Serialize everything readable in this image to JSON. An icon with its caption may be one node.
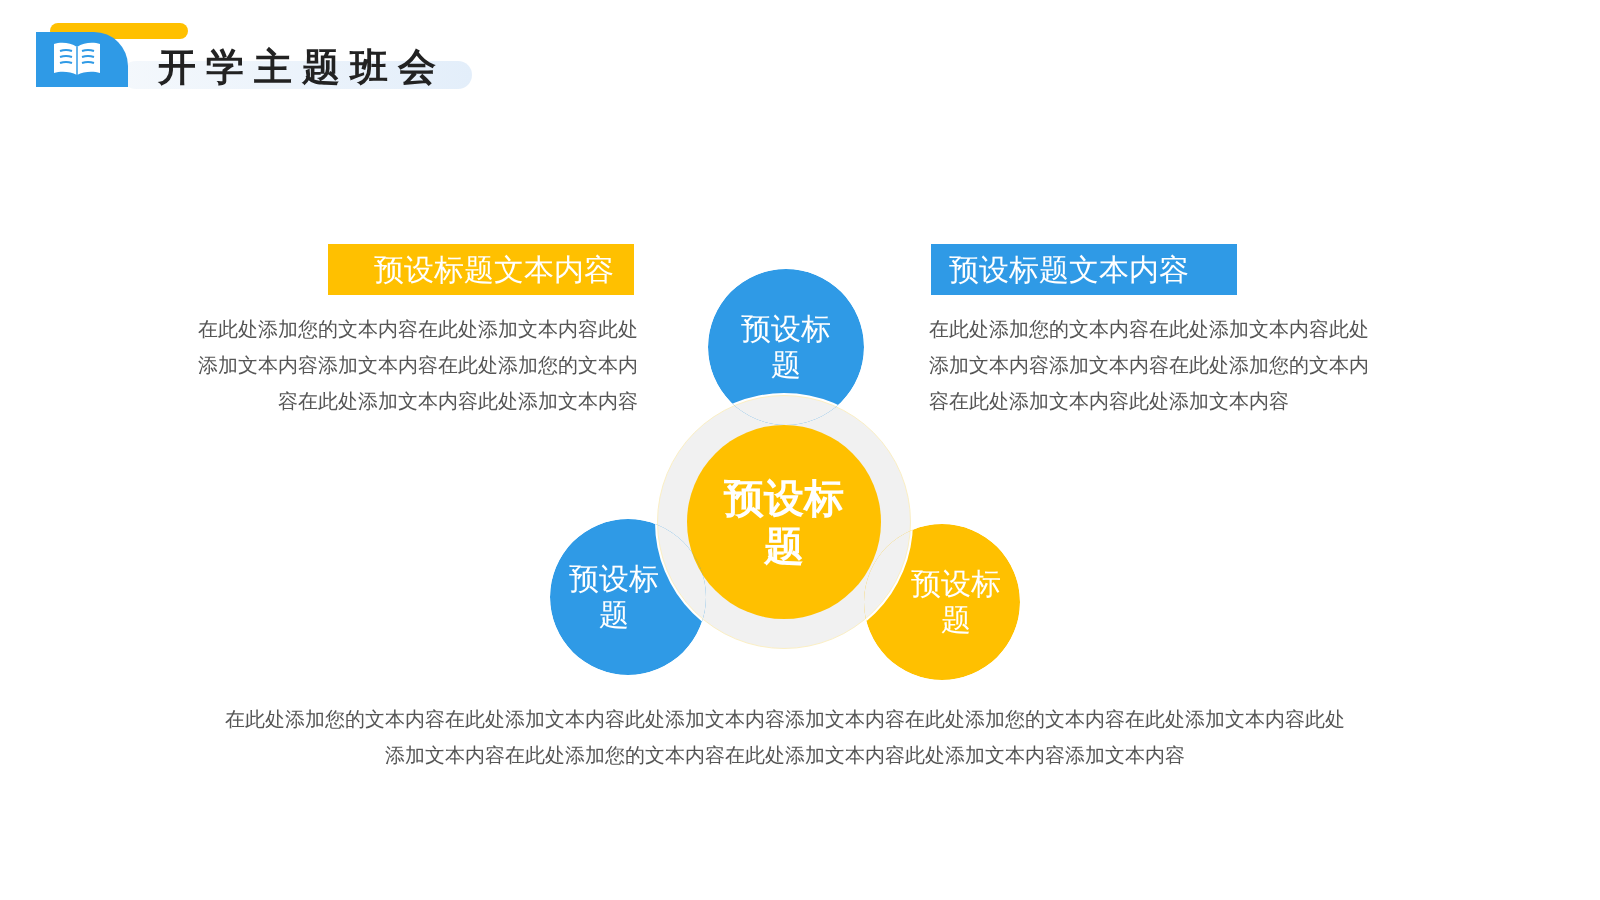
{
  "diagram": {
    "title": "开学主题班会",
    "nodes": [
      {
        "text": [
          "预设标题文本内容"
        ],
        "beside": [
          "在此处添加您的文本内容在此处添加文本内容此处添加文本内容添加文本内容在此处添加您的文本内容在此处添加文本内容此处添加文本内容"
        ]
      },
      {
        "text": [
          "预设标题"
        ]
      },
      {
        "text": [
          "预设标题文本内容"
        ],
        "beside": [
          "在此处添加您的文本内容在此处添加文本内容此处添加文本内容添加文本内容在此处添加您的文本内容在此处添加文本内容此处添加文本内容"
        ]
      },
      {
        "text": [
          "预设标题"
        ]
      },
      {
        "text": [
          "预设标题"
        ]
      },
      {
        "text": [
          "预设标题"
        ]
      }
    ],
    "labels": [
      "在此处添加您的文本内容在此处添加文本内容此处添加文本内容添加文本内容在此处添加您的文本内容在此处添加文本内容此处添加文本内容在此处添加您的文本内容在此处添加文本内容此处添加文本内容添加文本内容"
    ]
  }
}
